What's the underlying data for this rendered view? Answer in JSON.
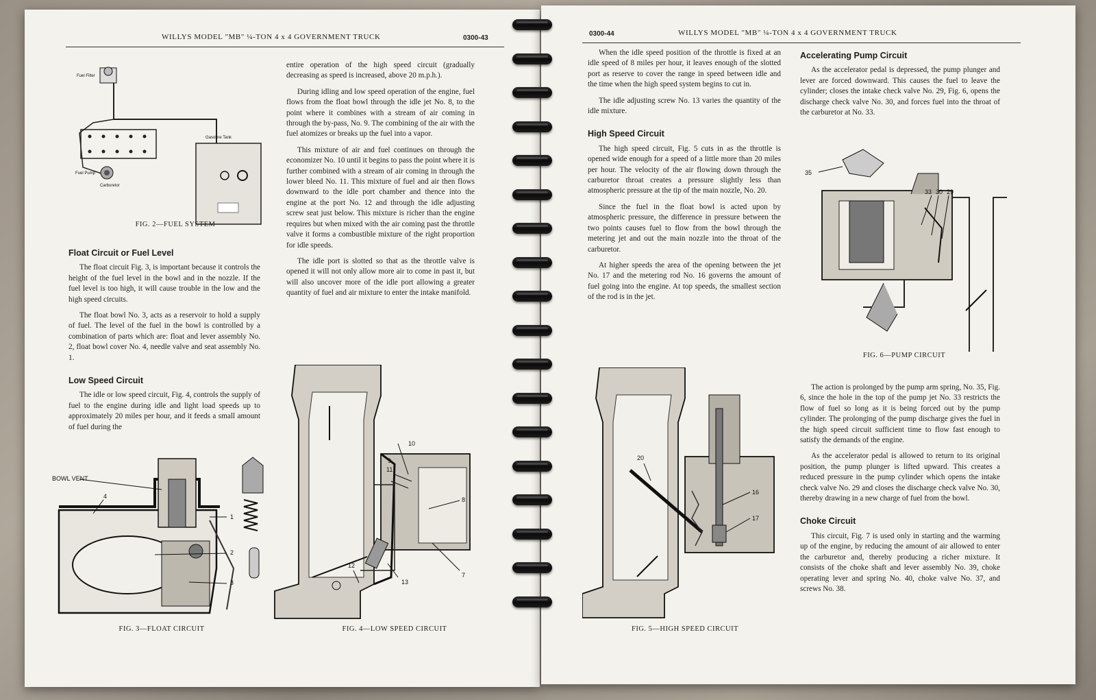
{
  "left_page": {
    "running_head": "WILLYS MODEL \"MB\" ¼-TON 4 x 4 GOVERNMENT TRUCK",
    "page_number": "0300-43",
    "fig2": {
      "caption": "FIG. 2—FUEL SYSTEM",
      "labels": {
        "fuel_filter": "Fuel Filter",
        "gasoline_tank": "Gasoline Tank",
        "fuel_pump": "Fuel Pump",
        "carburetor": "Carburetor"
      }
    },
    "col1": {
      "heading_float": "Float Circuit or Fuel Level",
      "p1": "The float circuit Fig. 3, is important because it controls the height of the fuel level in the bowl and in the nozzle. If the fuel level is too high, it will cause trouble in the low and the high speed circuits.",
      "p2": "The float bowl No. 3, acts as a reservoir to hold a supply of fuel. The level of the fuel in the bowl is controlled by a combination of parts which are: float and lever assembly No. 2, float bowl cover No. 4, needle valve and seat assembly No. 1.",
      "heading_low": "Low Speed Circuit",
      "p3": "The idle or low speed circuit, Fig. 4, controls the supply of fuel to the engine during idle and light load speeds up to approximately 20 miles per hour, and it feeds a small amount of fuel during the"
    },
    "col2": {
      "p1": "entire operation of the high speed circuit (gradually decreasing as speed is increased, above 20 m.p.h.).",
      "p2": "During idling and low speed operation of the engine, fuel flows from the float bowl through the idle jet No. 8, to the point where it combines with a stream of air coming in through the by-pass, No. 9. The combining of the air with the fuel atomizes or breaks up the fuel into a vapor.",
      "p3": "This mixture of air and fuel continues on through the economizer No. 10 until it begins to pass the point where it is further combined with a stream of air coming in through the lower bleed No. 11. This mixture of fuel and air then flows downward to the idle port chamber and thence into the engine at the port No. 12 and through the idle adjusting screw seat just below. This mixture is richer than the engine requires but when mixed with the air coming past the throttle valve it forms a combustible mixture of the right proportion for idle speeds.",
      "p4": "The idle port is slotted so that as the throttle valve is opened it will not only allow more air to come in past it, but will also uncover more of the idle port allowing a greater quantity of fuel and air mixture to enter the intake manifold."
    },
    "fig3": {
      "caption": "FIG. 3—FLOAT CIRCUIT",
      "labels": {
        "bowl_vent": "BOWL VENT",
        "n4": "4",
        "n1": "1",
        "n2": "2",
        "n3": "3"
      }
    },
    "fig4": {
      "caption": "FIG. 4—LOW SPEED CIRCUIT",
      "labels": {
        "n10": "10",
        "n9": "9",
        "n11": "11",
        "n8": "8",
        "n12": "12",
        "n13": "13",
        "n7": "7"
      }
    }
  },
  "right_page": {
    "running_head": "WILLYS MODEL \"MB\" ¼-TON 4 x 4 GOVERNMENT TRUCK",
    "page_number": "0300-44",
    "col1": {
      "p1": "When the idle speed position of the throttle is fixed at an idle speed of 8 miles per hour, it leaves enough of the slotted port as reserve to cover the range in speed between idle and the time when the high speed system begins to cut in.",
      "p2": "The idle adjusting screw No. 13 varies the quantity of the idle mixture.",
      "heading_high": "High Speed Circuit",
      "p3": "The high speed circuit, Fig. 5 cuts in as the throttle is opened wide enough for a speed of a little more than 20 miles per hour. The velocity of the air flowing down through the carburetor throat creates a pressure slightly less than atmospheric pressure at the tip of the main nozzle, No. 20.",
      "p4": "Since the fuel in the float bowl is acted upon by atmospheric pressure, the difference in pressure between the two points causes fuel to flow from the bowl through the metering jet and out the main nozzle into the throat of the carburetor.",
      "p5": "At higher speeds the area of the opening between the jet No. 17 and the metering rod No. 16 governs the amount of fuel going into the engine. At top speeds, the smallest section of the rod is in the jet."
    },
    "col2": {
      "heading_pump": "Accelerating Pump Circuit",
      "p1": "As the accelerator pedal is depressed, the pump plunger and lever are forced downward. This causes the fuel to leave the cylinder; closes the intake check valve No. 29, Fig. 6, opens the discharge check valve No. 30, and forces fuel into the throat of the carburetor at No. 33."
    },
    "col2b": {
      "p2": "The action is prolonged by the pump arm spring, No. 35, Fig. 6, since the hole in the top of the pump jet No. 33 restricts the flow of fuel so long as it is being forced out by the pump cylinder. The prolonging of the pump discharge gives the fuel in the high speed circuit sufficient time to flow fast enough to satisfy the demands of the engine.",
      "p3": "As the accelerator pedal is allowed to return to its original position, the pump plunger is lifted upward. This creates a reduced pressure in the pump cylinder which opens the intake check valve No. 29 and closes the discharge check valve No. 30, thereby drawing in a new charge of fuel from the bowl.",
      "heading_choke": "Choke Circuit",
      "p4": "This circuit, Fig. 7 is used only in starting and the warming up of the engine, by reducing the amount of air allowed to enter the carburetor and, thereby producing a richer mixture. It consists of the choke shaft and lever assembly No. 39, choke operating lever and spring No. 40, choke valve No. 37, and screws No. 38."
    },
    "fig5": {
      "caption": "FIG. 5—HIGH SPEED CIRCUIT",
      "labels": {
        "n20": "20",
        "n16": "16",
        "n17": "17"
      }
    },
    "fig6": {
      "caption": "FIG. 6—PUMP CIRCUIT",
      "labels": {
        "n35": "35",
        "n33": "33",
        "n30": "30",
        "n29": "29"
      }
    }
  },
  "binding": {
    "coil_count": 18,
    "color": "#0c0c0c"
  },
  "colors": {
    "paper": "#f4f2ec",
    "ink": "#1d1d1d",
    "background": "#9a9186"
  }
}
